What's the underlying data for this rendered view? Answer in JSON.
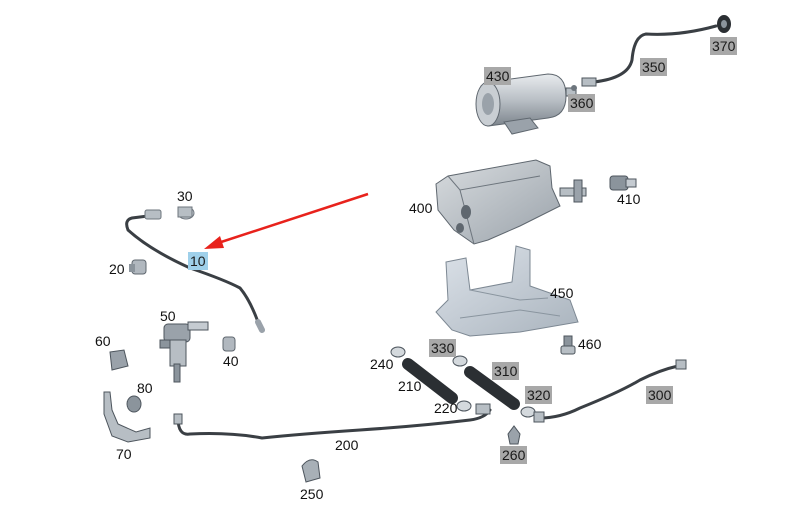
{
  "colors": {
    "background": "#ffffff",
    "pipe": "#3a3f44",
    "part_fill": "#c9ced3",
    "part_dark": "#8b949c",
    "highlight_label_bg": "#9fd0ea",
    "grey_label_bg": "#a8a8a8",
    "pointer_arrow": "#e8221c"
  },
  "callouts": {
    "c10": "10",
    "c20": "20",
    "c30": "30",
    "c40": "40",
    "c50": "50",
    "c60": "60",
    "c70": "70",
    "c80": "80",
    "c200": "200",
    "c210": "210",
    "c220": "220",
    "c240": "240",
    "c250": "250",
    "c260": "260",
    "c300": "300",
    "c310": "310",
    "c320": "320",
    "c330": "330",
    "c350": "350",
    "c360": "360",
    "c370": "370",
    "c400": "400",
    "c410": "410",
    "c430": "430",
    "c450": "450",
    "c460": "460"
  },
  "icons": [
    "pointer-arrow-icon"
  ]
}
